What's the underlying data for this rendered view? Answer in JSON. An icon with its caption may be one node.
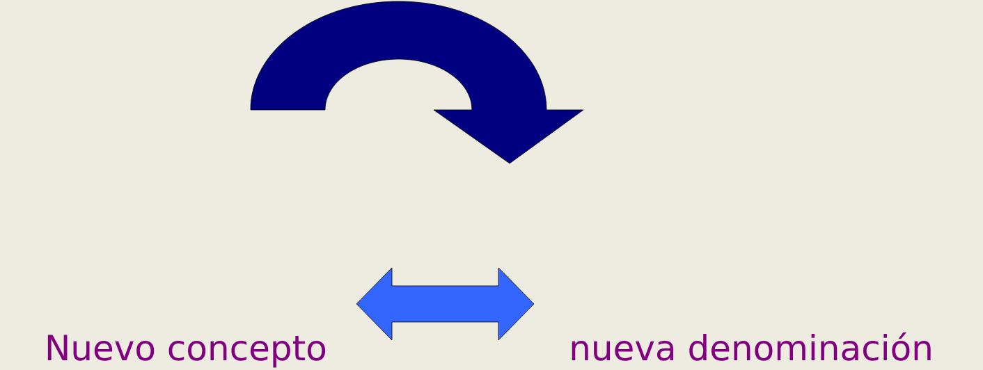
{
  "diagram": {
    "nodes": [
      {
        "text": [
          "Nuevo concepto"
        ]
      },
      {
        "text": [
          "nueva denominación"
        ]
      }
    ],
    "edges": [
      {
        "from": 0,
        "to": 1,
        "arrow": "both"
      }
    ]
  }
}
